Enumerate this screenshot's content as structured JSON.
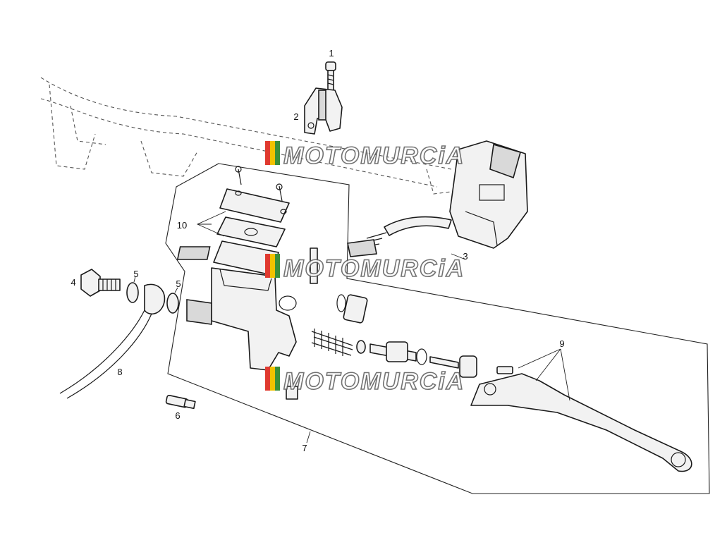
{
  "callouts": [
    {
      "id": "1",
      "label": "1"
    },
    {
      "id": "2",
      "label": "2"
    },
    {
      "id": "3",
      "label": "3"
    },
    {
      "id": "4",
      "label": "4"
    },
    {
      "id": "5a",
      "label": "5"
    },
    {
      "id": "5b",
      "label": "5"
    },
    {
      "id": "6",
      "label": "6"
    },
    {
      "id": "7",
      "label": "7"
    },
    {
      "id": "8",
      "label": "8"
    },
    {
      "id": "9",
      "label": "9"
    },
    {
      "id": "10",
      "label": "10"
    }
  ],
  "watermark": {
    "text": "MOTOMURCiA",
    "stripe_colors": [
      "#e03a2f",
      "#f2c200",
      "#3a8f3a"
    ],
    "count": 3
  },
  "colors": {
    "line": "#1a1a1a",
    "fill": "#f2f2f2",
    "background": "#ffffff"
  }
}
